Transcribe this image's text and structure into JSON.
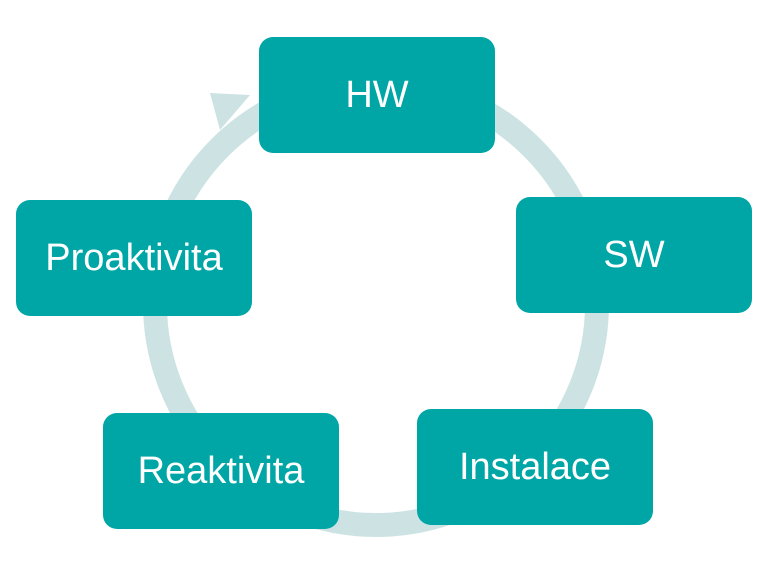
{
  "diagram": {
    "colors": {
      "node_fill": "#00a6a6",
      "ring": "#cde3e3",
      "text": "#ffffff"
    },
    "nodes": [
      {
        "id": "hw",
        "label": "HW"
      },
      {
        "id": "sw",
        "label": "SW"
      },
      {
        "id": "instalace",
        "label": "Instalace"
      },
      {
        "id": "reaktivita",
        "label": "Reaktivita"
      },
      {
        "id": "proaktivita",
        "label": "Proaktivita"
      }
    ],
    "flow": "clockwise-cycle"
  }
}
